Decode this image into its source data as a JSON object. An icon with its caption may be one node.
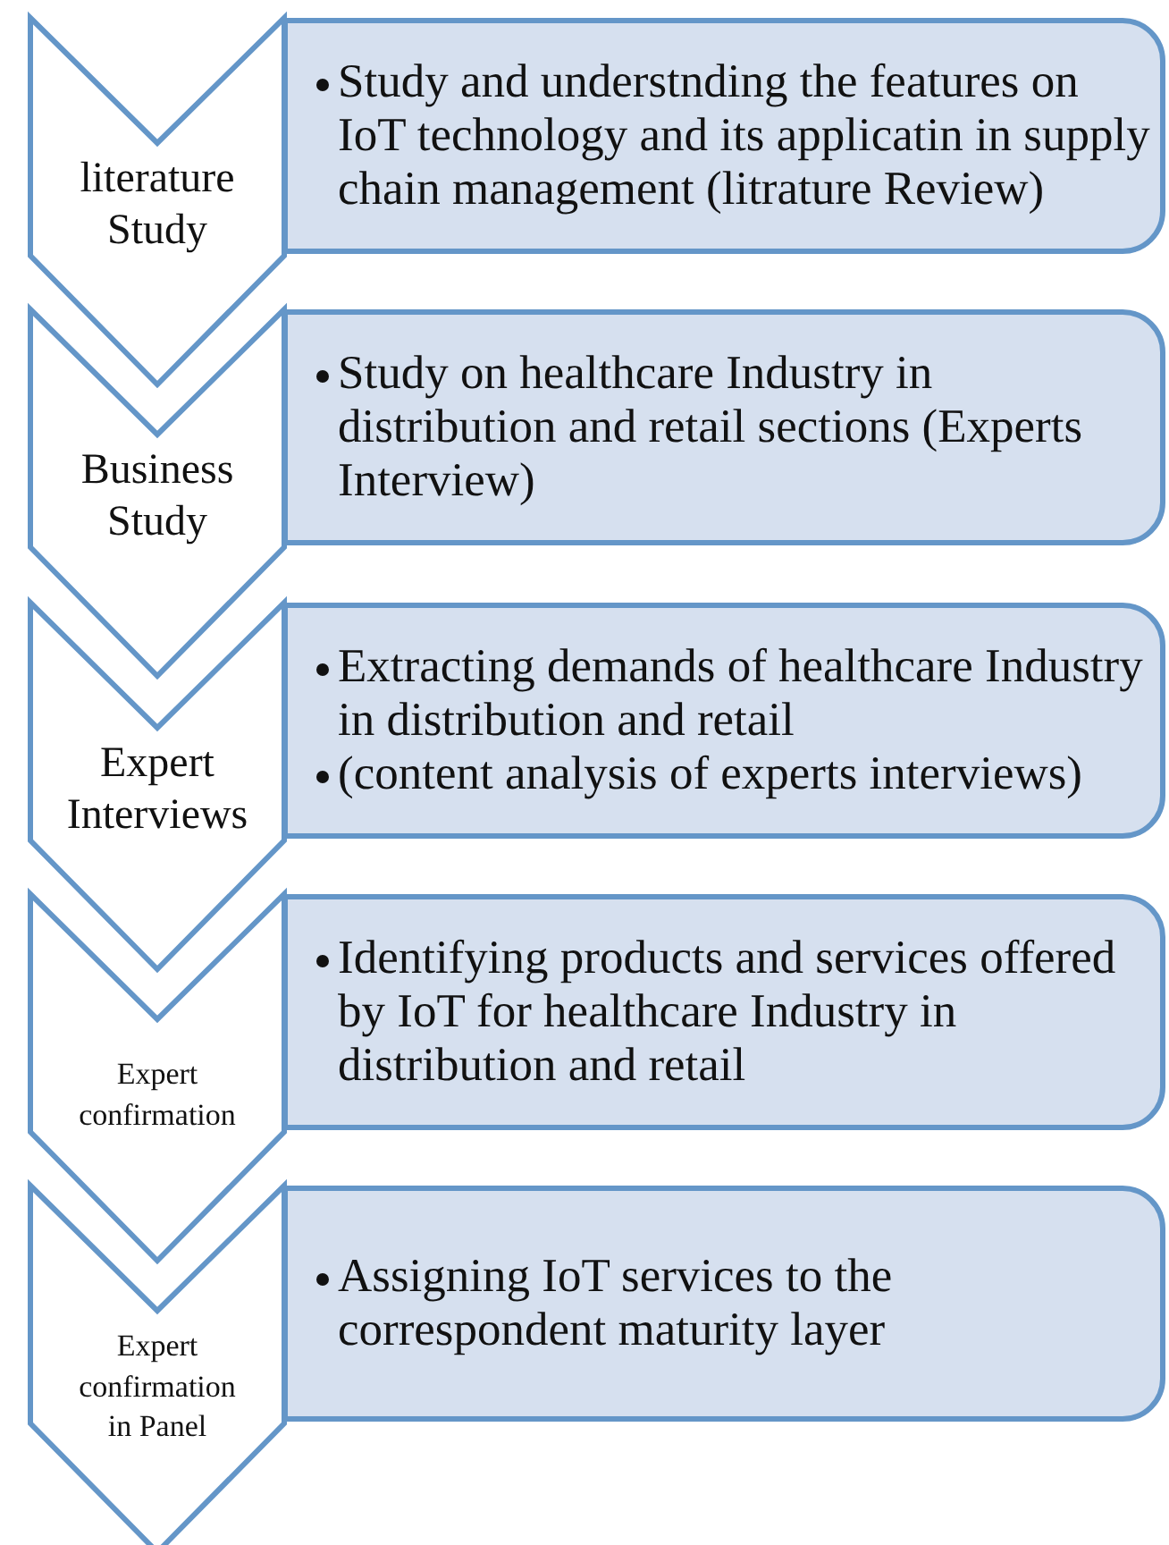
{
  "diagram": {
    "nodes": [
      {
        "text": [
          "literature Study"
        ]
      },
      {
        "text": [
          "Study and understnding the features on IoT technology and its applicatin in supply chain management (litrature Review)"
        ]
      },
      {
        "text": [
          "Business Study"
        ]
      },
      {
        "text": [
          "Study on healthcare Industry in distribution and retail sections (Experts Interview)"
        ]
      },
      {
        "text": [
          "Expert Interviews"
        ]
      },
      {
        "text": [
          "Extracting demands of healthcare Industry in distribution and retail",
          "(content analysis of experts interviews)"
        ]
      },
      {
        "text": [
          "Expert confirmation"
        ]
      },
      {
        "text": [
          "Identifying products and services offered by IoT for healthcare Industry in distribution and retail"
        ]
      },
      {
        "text": [
          "Expert confirmation in Panel"
        ]
      },
      {
        "text": [
          "Assigning IoT services to the correspondent maturity layer"
        ]
      }
    ]
  }
}
